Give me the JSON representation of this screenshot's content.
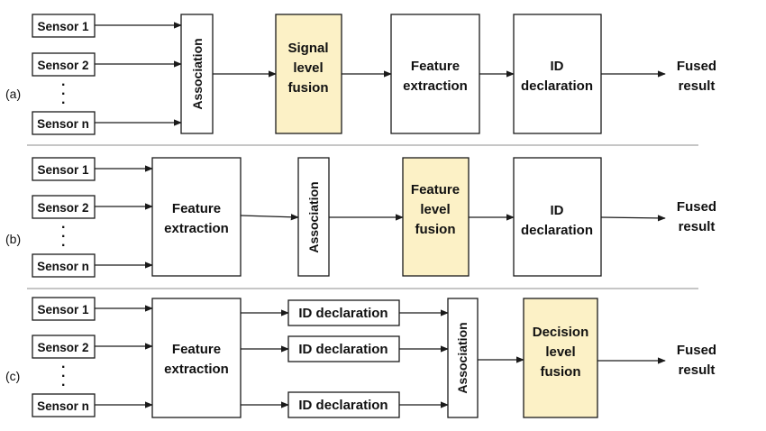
{
  "colors": {
    "fusion_fill": "#fcf1c6",
    "box_fill": "#ffffff",
    "stroke": "#1a1a1a"
  },
  "rows": {
    "a": {
      "label": "(a)",
      "sensors": [
        "Sensor 1",
        "Sensor 2",
        "Sensor n"
      ],
      "association": "Association",
      "fusion": [
        "Signal",
        "level",
        "fusion"
      ],
      "feature": [
        "Feature",
        "extraction"
      ],
      "id": [
        "ID",
        "declaration"
      ],
      "result": [
        "Fused",
        "result"
      ]
    },
    "b": {
      "label": "(b)",
      "sensors": [
        "Sensor 1",
        "Sensor 2",
        "Sensor n"
      ],
      "feature": [
        "Feature",
        "extraction"
      ],
      "association": "Association",
      "fusion": [
        "Feature",
        "level",
        "fusion"
      ],
      "id": [
        "ID",
        "declaration"
      ],
      "result": [
        "Fused",
        "result"
      ]
    },
    "c": {
      "label": "(c)",
      "sensors": [
        "Sensor 1",
        "Sensor 2",
        "Sensor n"
      ],
      "feature": [
        "Feature",
        "extraction"
      ],
      "ids": [
        "ID declaration",
        "ID declaration",
        "ID declaration"
      ],
      "association": "Association",
      "fusion": [
        "Decision",
        "level",
        "fusion"
      ],
      "result": [
        "Fused",
        "result"
      ]
    }
  }
}
